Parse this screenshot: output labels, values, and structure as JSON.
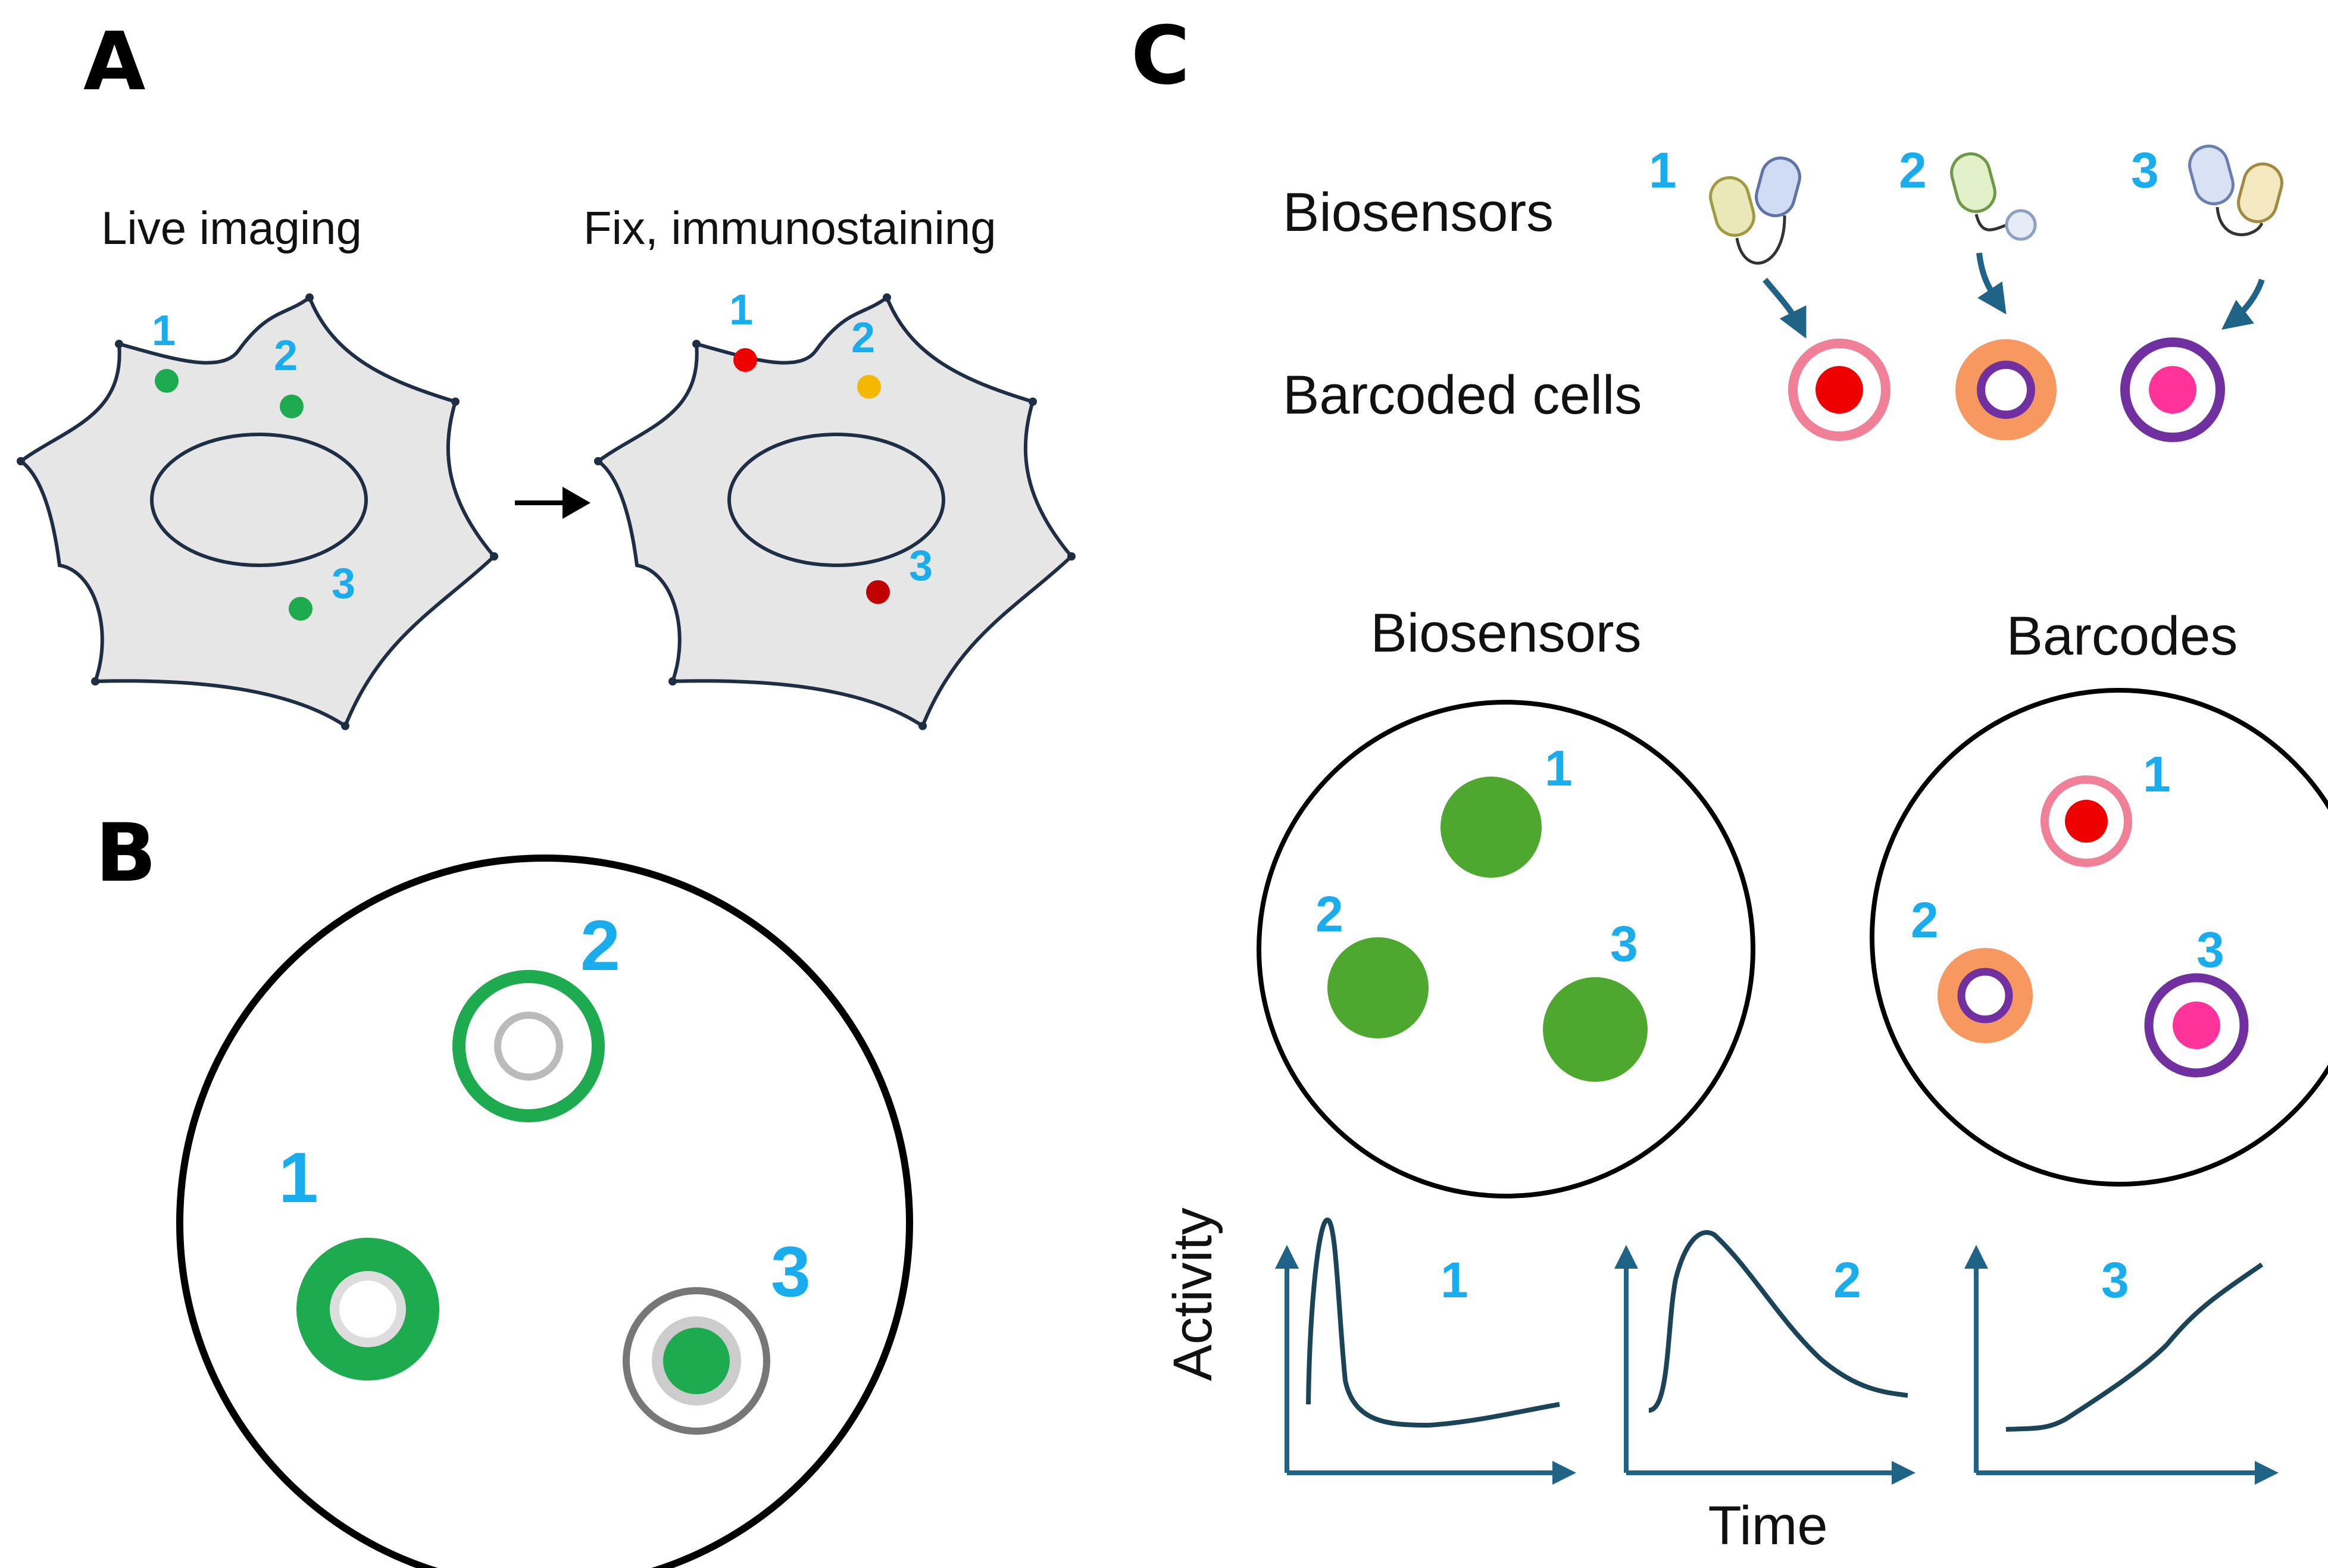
{
  "colors": {
    "label_blue": "#1AADEE",
    "cell_fill": "#E6E6E6",
    "cell_outline": "#1E2E44",
    "green": "#4EA72E",
    "bright_green": "#1EAA4E",
    "red": "#EE0000",
    "dark_red": "#C00000",
    "yellow": "#F5B800",
    "pink_ring": "#F08098",
    "orange": "#F79860",
    "purple": "#7030A0",
    "magenta": "#FF3399",
    "arrow_teal": "#1F6487",
    "axis_blue": "#1F6487",
    "grey": "#BBBBBB",
    "dark_grey": "#777777"
  },
  "panels": {
    "A": {
      "letter": "A",
      "left_title": "Live imaging",
      "right_title": "Fix, immunostaining",
      "spot_labels": [
        "1",
        "2",
        "3"
      ],
      "transition_icon": "right-arrow-icon"
    },
    "B": {
      "letter": "B",
      "spot_labels": [
        "1",
        "2",
        "3"
      ]
    },
    "C": {
      "letter": "C",
      "biosensors_label": "Biosensors",
      "barcoded_cells_label": "Barcoded cells",
      "sensor_labels": [
        "1",
        "2",
        "3"
      ],
      "dish_biosensors_title": "Biosensors",
      "dish_barcodes_title": "Barcodes",
      "dish_labels": [
        "1",
        "2",
        "3"
      ],
      "trace_labels": [
        "1",
        "2",
        "3"
      ],
      "y_axis_label": "Activity",
      "x_axis_label": "Time"
    }
  }
}
